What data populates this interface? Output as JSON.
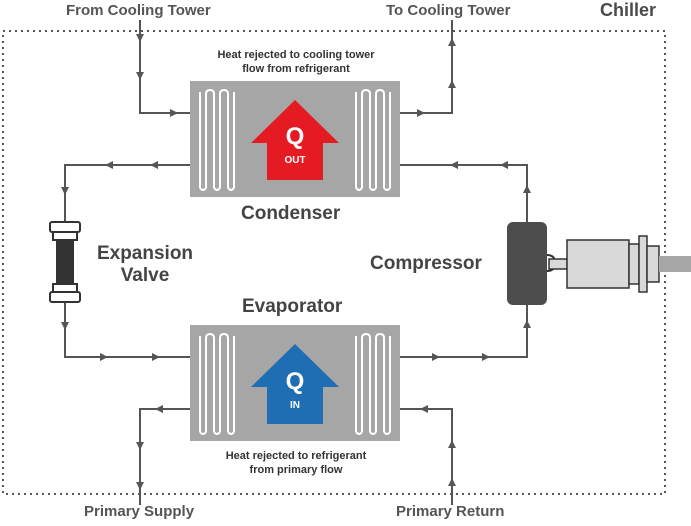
{
  "diagram": {
    "title": "Chiller",
    "labels": {
      "from_cooling_tower": "From Cooling Tower",
      "to_cooling_tower": "To Cooling Tower",
      "condenser_note_line1": "Heat rejected to cooling tower",
      "condenser_note_line2": "flow from refrigerant",
      "condenser": "Condenser",
      "expansion_valve_line1": "Expansion",
      "expansion_valve_line2": "Valve",
      "compressor": "Compressor",
      "evaporator": "Evaporator",
      "evaporator_note_line1": "Heat rejected to refrigerant",
      "evaporator_note_line2": "from primary flow",
      "primary_supply": "Primary Supply",
      "primary_return": "Primary Return"
    },
    "q_out": {
      "letter": "Q",
      "sub": "OUT"
    },
    "q_in": {
      "letter": "Q",
      "sub": "IN"
    },
    "colors": {
      "pipe": "#555555",
      "heat_exchanger": "#a6a6a6",
      "q_out_arrow": "#e51b24",
      "q_in_arrow": "#1f6db3",
      "compressor_body": "#4d4d4d",
      "motor": "#d9d9d9",
      "boundary": "#555555"
    }
  }
}
